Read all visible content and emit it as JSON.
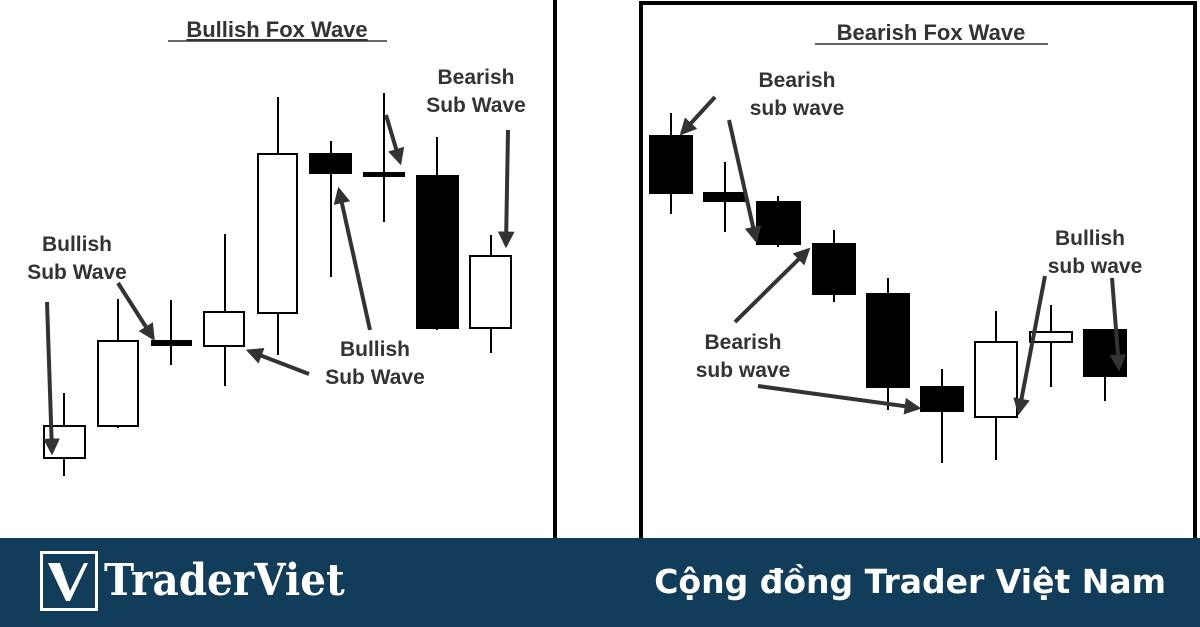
{
  "panels": [
    {
      "id": "bullish",
      "title": "Bullish Fox Wave",
      "annotations": [
        {
          "line1": "Bullish",
          "line2": "Sub Wave"
        },
        {
          "line1": "Bullish",
          "line2": "Sub Wave"
        },
        {
          "line1": "Bearish",
          "line2": "Sub Wave"
        }
      ]
    },
    {
      "id": "bearish",
      "title": "Bearish Fox Wave",
      "annotations": [
        {
          "line1": "Bearish",
          "line2": "sub wave"
        },
        {
          "line1": "Bearish",
          "line2": "sub wave"
        },
        {
          "line1": "Bullish",
          "line2": "sub wave"
        }
      ]
    }
  ],
  "footer": {
    "brand": "TraderViet",
    "logo_letter": "V",
    "slogan": "Cộng đồng Trader Việt Nam",
    "background": "#123d5a",
    "text_color": "#ffffff"
  },
  "chart_data": [
    {
      "type": "candlestick",
      "title": "Bullish Fox Wave",
      "note": "Schematic candles; values are relative pixel heights (higher = higher price), no axes shown",
      "candles": [
        {
          "open": 79,
          "close": 111,
          "high": 144,
          "low": 61,
          "color": "white"
        },
        {
          "open": 111,
          "close": 196,
          "high": 238,
          "low": 111,
          "color": "white"
        },
        {
          "open": 194,
          "close": 194,
          "high": 237,
          "low": 172,
          "color": "doji"
        },
        {
          "open": 191,
          "close": 225,
          "high": 303,
          "low": 151,
          "color": "white"
        },
        {
          "open": 224,
          "close": 383,
          "high": 440,
          "low": 182,
          "color": "white"
        },
        {
          "open": 383,
          "close": 364,
          "high": 396,
          "low": 260,
          "color": "black"
        },
        {
          "open": 363,
          "close": 363,
          "high": 444,
          "low": 315,
          "color": "doji"
        },
        {
          "open": 361,
          "close": 209,
          "high": 400,
          "low": 207,
          "color": "black"
        },
        {
          "open": 209,
          "close": 281,
          "high": 302,
          "low": 184,
          "color": "white"
        }
      ],
      "annotations": [
        {
          "text": "Bullish Sub Wave",
          "targets": [
            1,
            3
          ]
        },
        {
          "text": "Bullish Sub Wave",
          "targets": [
            4,
            6
          ]
        },
        {
          "text": "Bearish Sub Wave",
          "targets": [
            7,
            9
          ]
        }
      ]
    },
    {
      "type": "candlestick",
      "title": "Bearish Fox Wave",
      "note": "Schematic candles; values are relative pixel heights (higher = higher price), no axes shown",
      "candles": [
        {
          "open": 401,
          "close": 344,
          "high": 424,
          "low": 323,
          "color": "black"
        },
        {
          "open": 344,
          "close": 335,
          "high": 375,
          "low": 305,
          "color": "doji"
        },
        {
          "open": 336,
          "close": 293,
          "high": 341,
          "low": 290,
          "color": "black"
        },
        {
          "open": 293,
          "close": 243,
          "high": 307,
          "low": 235,
          "color": "black"
        },
        {
          "open": 243,
          "close": 150,
          "high": 259,
          "low": 127,
          "color": "black"
        },
        {
          "open": 150,
          "close": 126,
          "high": 168,
          "low": 74,
          "color": "black"
        },
        {
          "open": 120,
          "close": 195,
          "high": 226,
          "low": 77,
          "color": "white"
        },
        {
          "open": 195,
          "close": 205,
          "high": 232,
          "low": 150,
          "color": "white"
        },
        {
          "open": 207,
          "close": 161,
          "high": 207,
          "low": 136,
          "color": "black"
        }
      ],
      "annotations": [
        {
          "text": "Bearish sub wave",
          "targets": [
            1,
            3
          ]
        },
        {
          "text": "Bearish sub wave",
          "targets": [
            4,
            6
          ]
        },
        {
          "text": "Bullish sub wave",
          "targets": [
            7,
            9
          ]
        }
      ]
    }
  ]
}
